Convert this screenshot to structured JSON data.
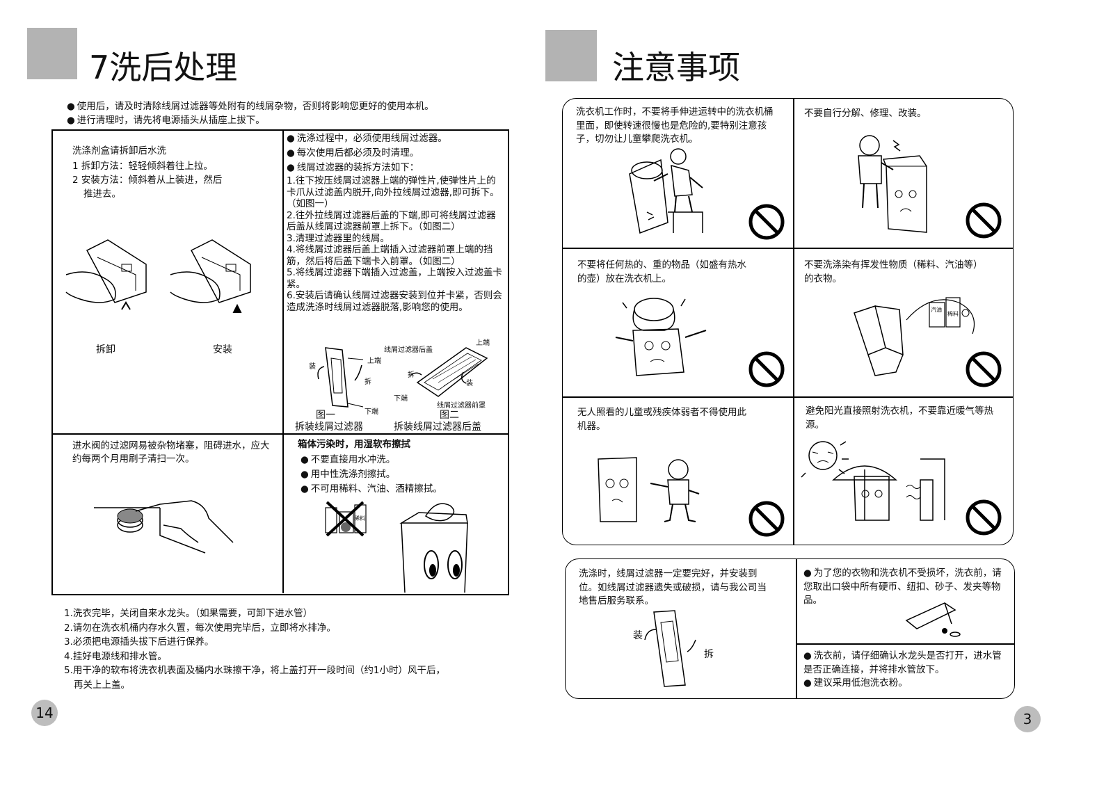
{
  "left": {
    "title": "7洗后处理",
    "intro": [
      "使用后，请及时清除线屑过滤器等处附有的线屑杂物，否则将影响您更好的使用本机。",
      "进行清理时，请先将电源插头从插座上拔下。"
    ],
    "detergent": {
      "heading": "洗涤剂盒请拆卸后水洗",
      "steps": [
        "1  拆卸方法：轻轻倾斜着往上拉。",
        "2  安装方法：倾斜着从上装进，然后",
        "推进去。"
      ],
      "cap_remove": "拆卸",
      "cap_install": "安装"
    },
    "filter": {
      "bullets": [
        "洗涤过程中，必须使用线屑过滤器。",
        "每次使用后都必须及时清理。",
        "线屑过滤器的装拆方法如下："
      ],
      "steps": [
        "1.往下按压线屑过滤器上端的弹性片,使弹性片上的卡爪从过滤盖内脱开,向外拉线屑过滤器,即可拆下。（如图一）",
        "2.往外拉线屑过滤器后盖的下端,即可将线屑过滤器后盖从线屑过滤器前罩上拆下。（如图二）",
        "3.清理过滤器里的线屑。",
        "4.将线屑过滤器后盖上端插入过滤器前罩上端的挡筋，然后将后盖下端卡入前罩。（如图二）",
        "5.将线屑过滤器下端插入过滤盖，上端按入过滤盖卡紧。",
        "6.安装后请确认线屑过滤器安装到位并卡紧，否则会造成洗涤时线屑过滤器脱落,影响您的使用。"
      ],
      "fig1_label": "图一",
      "fig1_caption": "拆装线屑过滤器",
      "fig2_label": "图二",
      "fig2_caption": "拆装线屑过滤器后盖",
      "tags": {
        "install": "装",
        "top": "上端",
        "remove": "拆",
        "bottom": "下端",
        "rear_cover": "线屑过滤器后盖",
        "top2": "上端",
        "remove2": "拆",
        "install2": "装",
        "bottom2": "下端",
        "front_cover": "线屑过滤器前罩"
      }
    },
    "inlet": {
      "text": "进水阀的过滤网易被杂物堵塞，阻碍进水，应大约每两个月用刷子清扫一次。"
    },
    "cabinet": {
      "heading": "箱体污染时，用湿软布擦拭",
      "bullets": [
        "不要直接用水冲洗。",
        "用中性洗涤剂擦拭。",
        "不可用稀料、汽油、酒精擦拭。"
      ],
      "bottle_label": "稀料"
    },
    "after": [
      "1.洗衣完毕，关闭自来水龙头。（如果需要，可卸下进水管）",
      "2.请勿在洗衣机桶内存水久置，每次使用完毕后，立即将水排净。",
      "3.必须把电源插头拔下后进行保养。",
      "4.挂好电源线和排水管。",
      "5.用干净的软布将洗衣机表面及桶内水珠擦干净，将上盖打开一段时间（约1小时）风干后，",
      "再关上上盖。"
    ],
    "page_number": "14"
  },
  "right": {
    "title": "注意事项",
    "cautions": [
      "洗衣机工作时，不要将手伸进运转中的洗衣机桶里面，即使转速很慢也是危险的,要特别注意孩子，切勿让儿童攀爬洗衣机。",
      "不要自行分解、修理、改装。",
      "不要将任何热的、重的物品（如盛有热水的壶）放在洗衣机上。",
      "不要洗涤染有挥发性物质（稀料、汽油等）的衣物。",
      "无人照看的儿童或残疾体弱者不得使用此机器。",
      "避免阳光直接照射洗衣机，不要靠近暖气等热源。"
    ],
    "bottle_labels": [
      "汽油",
      "稀料"
    ],
    "notes": {
      "filter_text": "洗涤时，线屑过滤器一定要完好，并安装到位。如线屑过滤器遗失或破损，请与我公司当地售后服务联系。",
      "install_tag": "装",
      "remove_tag": "拆",
      "pockets": "为了您的衣物和洗衣机不受损坏，洗衣前，请您取出口袋中所有硬币、纽扣、砂子、发夹等物品。",
      "faucet": "洗衣前，请仔细确认水龙头是否打开，进水管是否正确连接，并将排水管放下。",
      "detergent": "建议采用低泡洗衣粉。"
    },
    "page_number": "3"
  }
}
